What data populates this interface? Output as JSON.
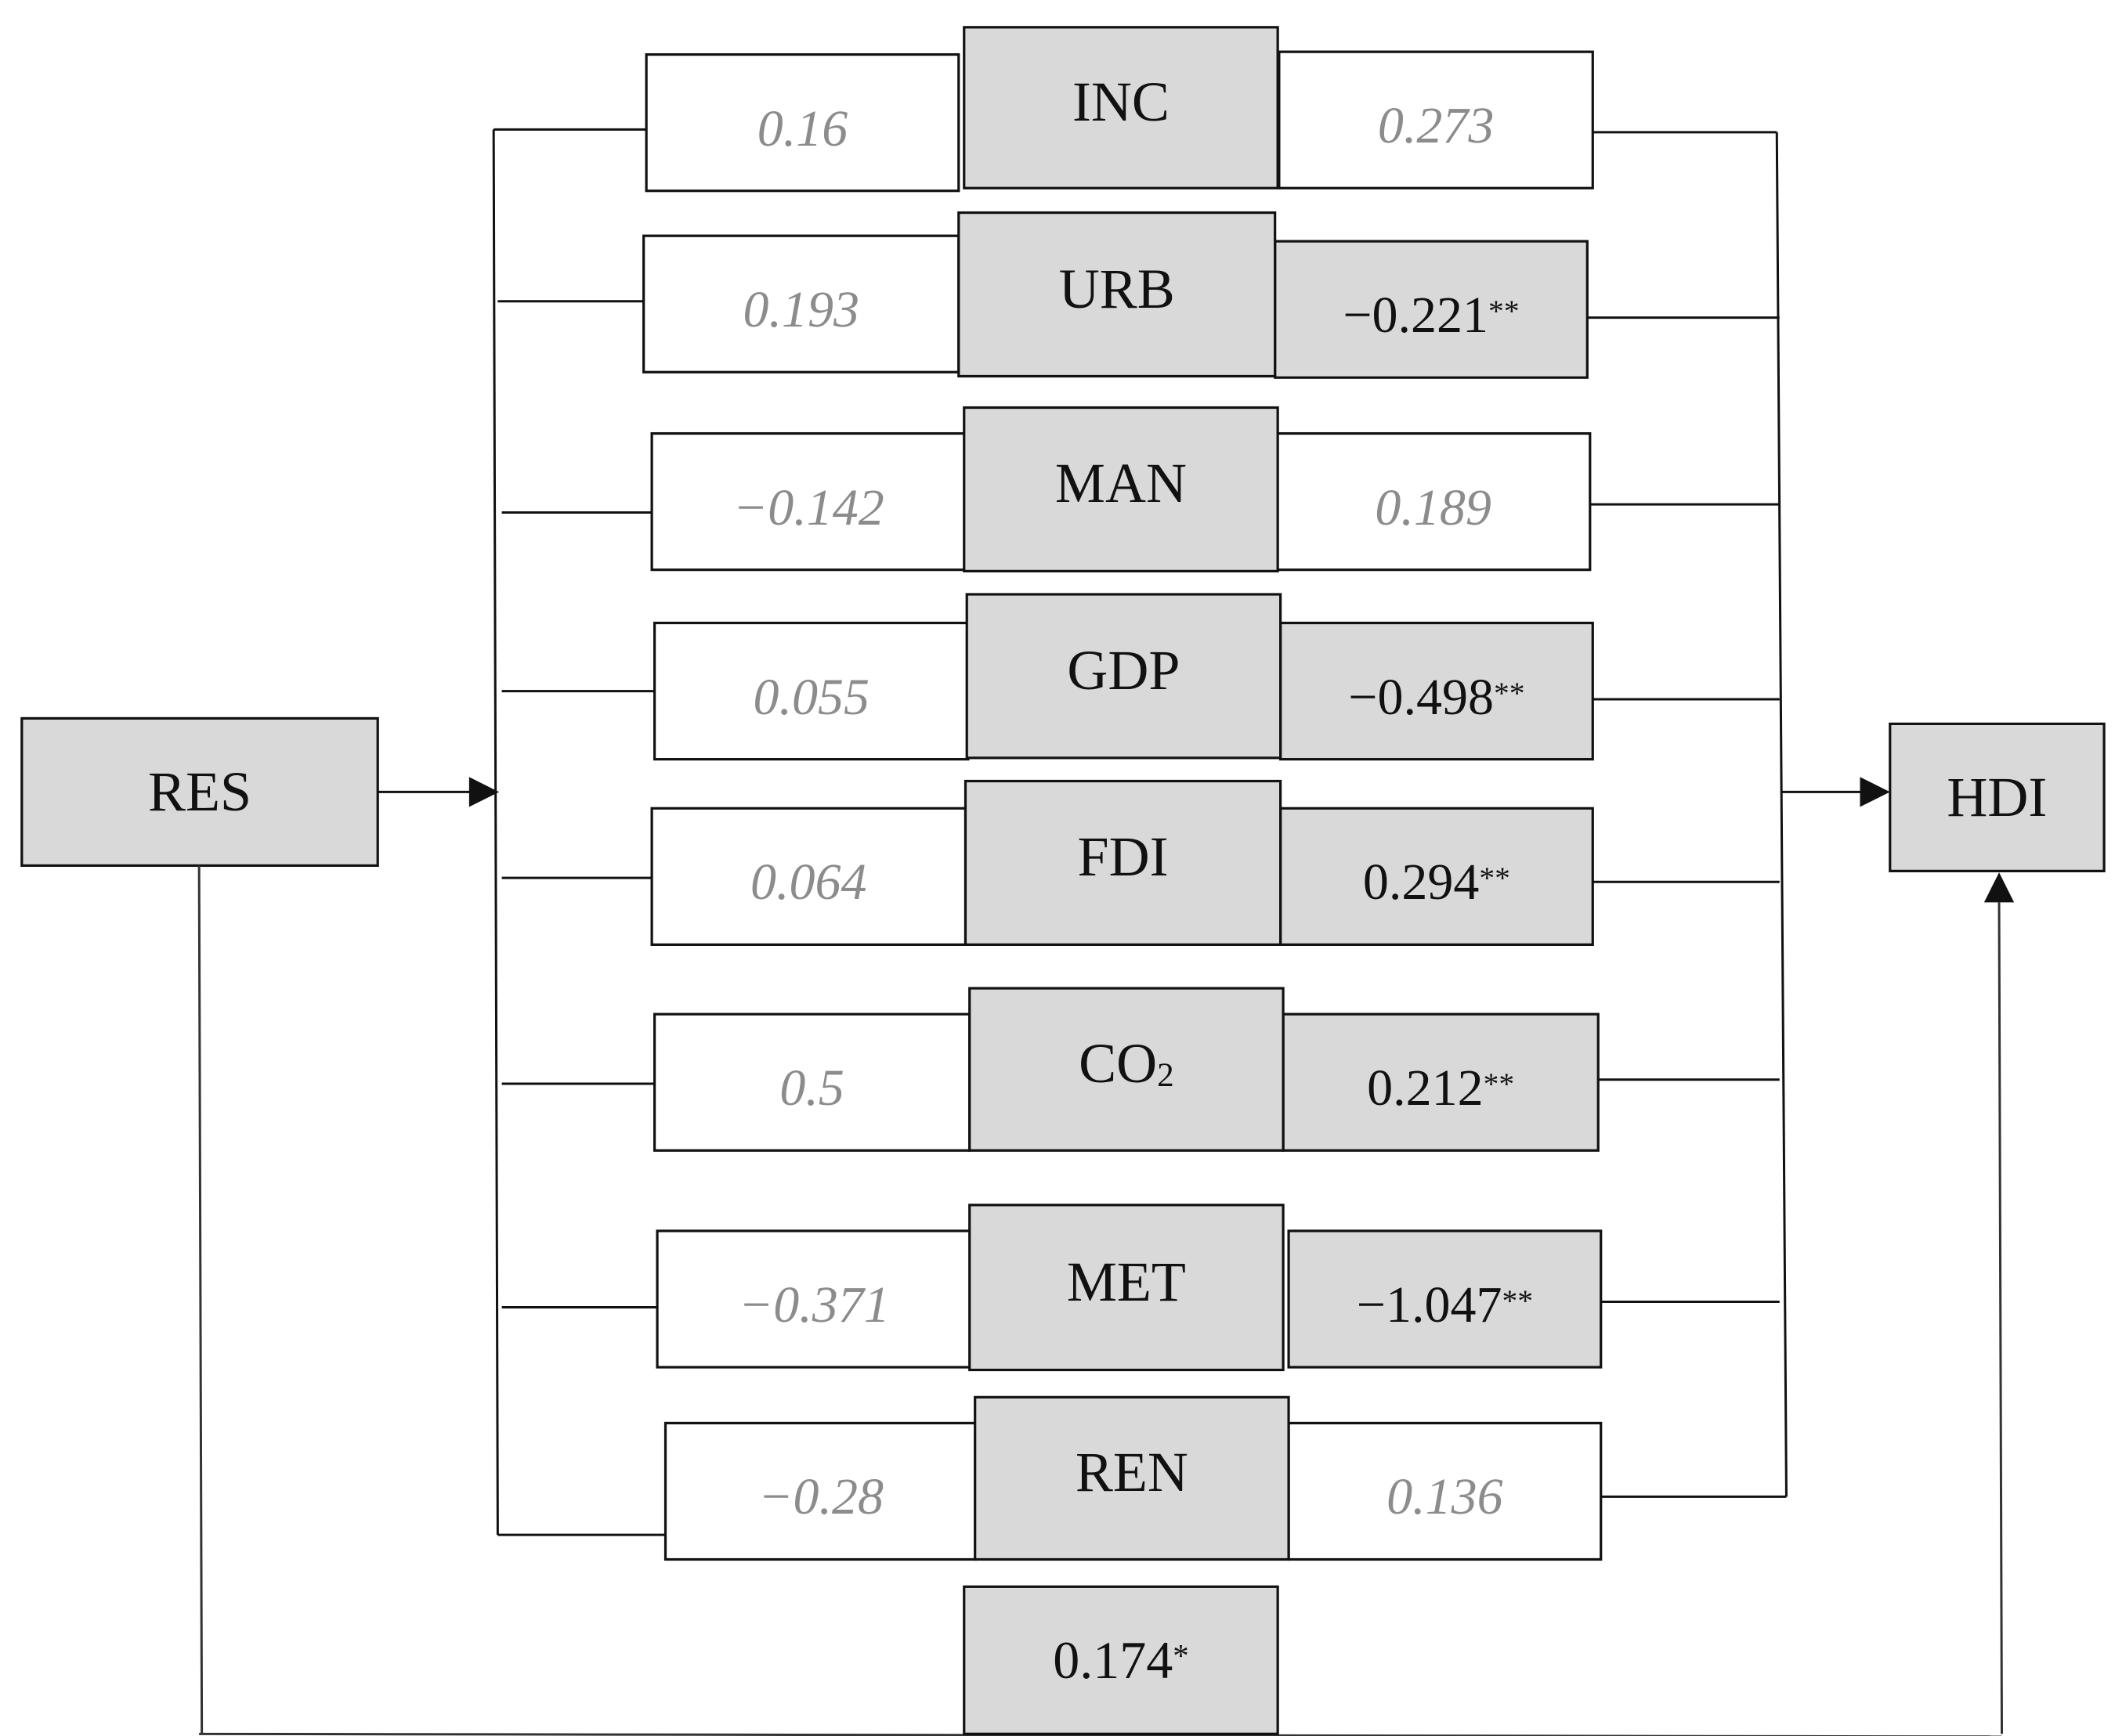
{
  "source_node": "RES",
  "target_node": "HDI",
  "mediators": [
    {
      "name": "INC",
      "a_path": "0.16",
      "a_significant": false,
      "b_path": "0.273",
      "b_stars": "",
      "b_significant": false
    },
    {
      "name": "URB",
      "a_path": "0.193",
      "a_significant": false,
      "b_path": "−0.221",
      "b_stars": "**",
      "b_significant": true
    },
    {
      "name": "MAN",
      "a_path": "−0.142",
      "a_significant": false,
      "b_path": "0.189",
      "b_stars": "",
      "b_significant": false
    },
    {
      "name": "GDP",
      "a_path": "0.055",
      "a_significant": false,
      "b_path": "−0.498",
      "b_stars": "**",
      "b_significant": true
    },
    {
      "name": "FDI",
      "a_path": "0.064",
      "a_significant": false,
      "b_path": "0.294",
      "b_stars": "**",
      "b_significant": true
    },
    {
      "name": "CO",
      "name_subscript": "2",
      "a_path": "0.5",
      "a_significant": false,
      "b_path": "0.212",
      "b_stars": "**",
      "b_significant": true
    },
    {
      "name": "MET",
      "a_path": "−0.371",
      "a_significant": false,
      "b_path": "−1.047",
      "b_stars": "**",
      "b_significant": true
    },
    {
      "name": "REN",
      "a_path": "−0.28",
      "a_significant": false,
      "b_path": "0.136",
      "b_stars": "",
      "b_significant": false
    }
  ],
  "direct_effect": {
    "value": "0.174",
    "stars": "*"
  },
  "colors": {
    "box_fill": "#d9d9d9",
    "line": "#111111",
    "nonsignificant_text": "#8c8c8c",
    "significant_text": "#111111"
  }
}
